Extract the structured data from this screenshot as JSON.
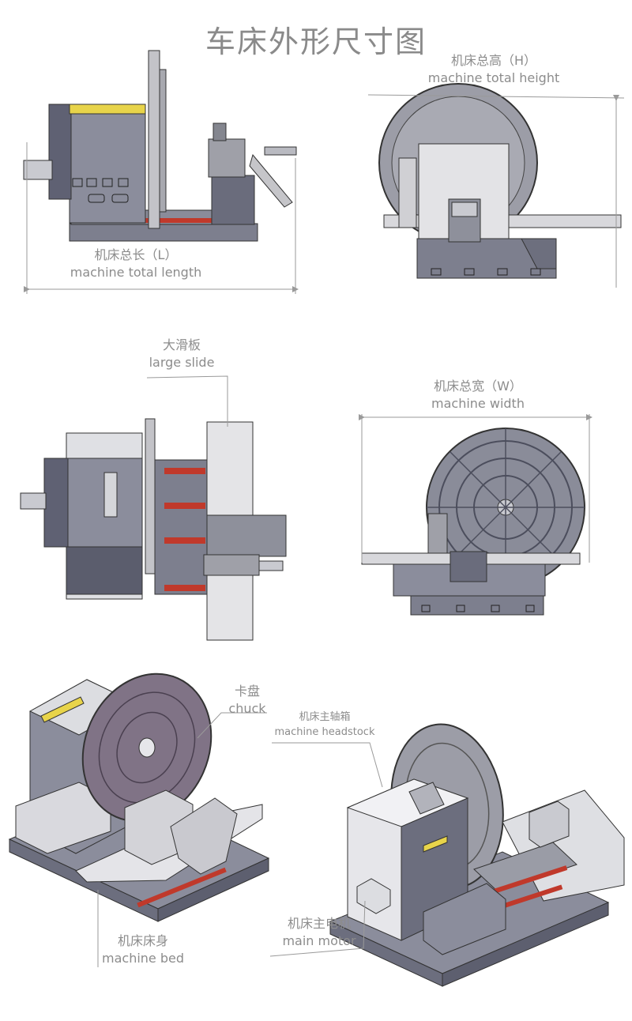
{
  "title": "车床外形尺寸图",
  "labels": {
    "height_cn": "机床总高（H）",
    "height_en": "machine total height",
    "length_cn": "机床总长（L）",
    "length_en": "machine total length",
    "slide_cn": "大滑板",
    "slide_en": "large slide",
    "width_cn": "机床总宽（W）",
    "width_en": "machine width",
    "chuck_cn": "卡盘",
    "chuck_en": "chuck",
    "headstock_cn": "机床主轴箱",
    "headstock_en": "machine headstock",
    "bed_cn": "机床床身",
    "bed_en": "machine bed",
    "motor_cn": "机床主电机",
    "motor_en": "main motor"
  },
  "colors": {
    "steel": "#7d7f8e",
    "steel_dark": "#55576a",
    "light": "#e6e6ea",
    "rail_red": "#c0392b",
    "warning_yellow": "#e8d44a",
    "dim_line": "#9a9a9a"
  }
}
